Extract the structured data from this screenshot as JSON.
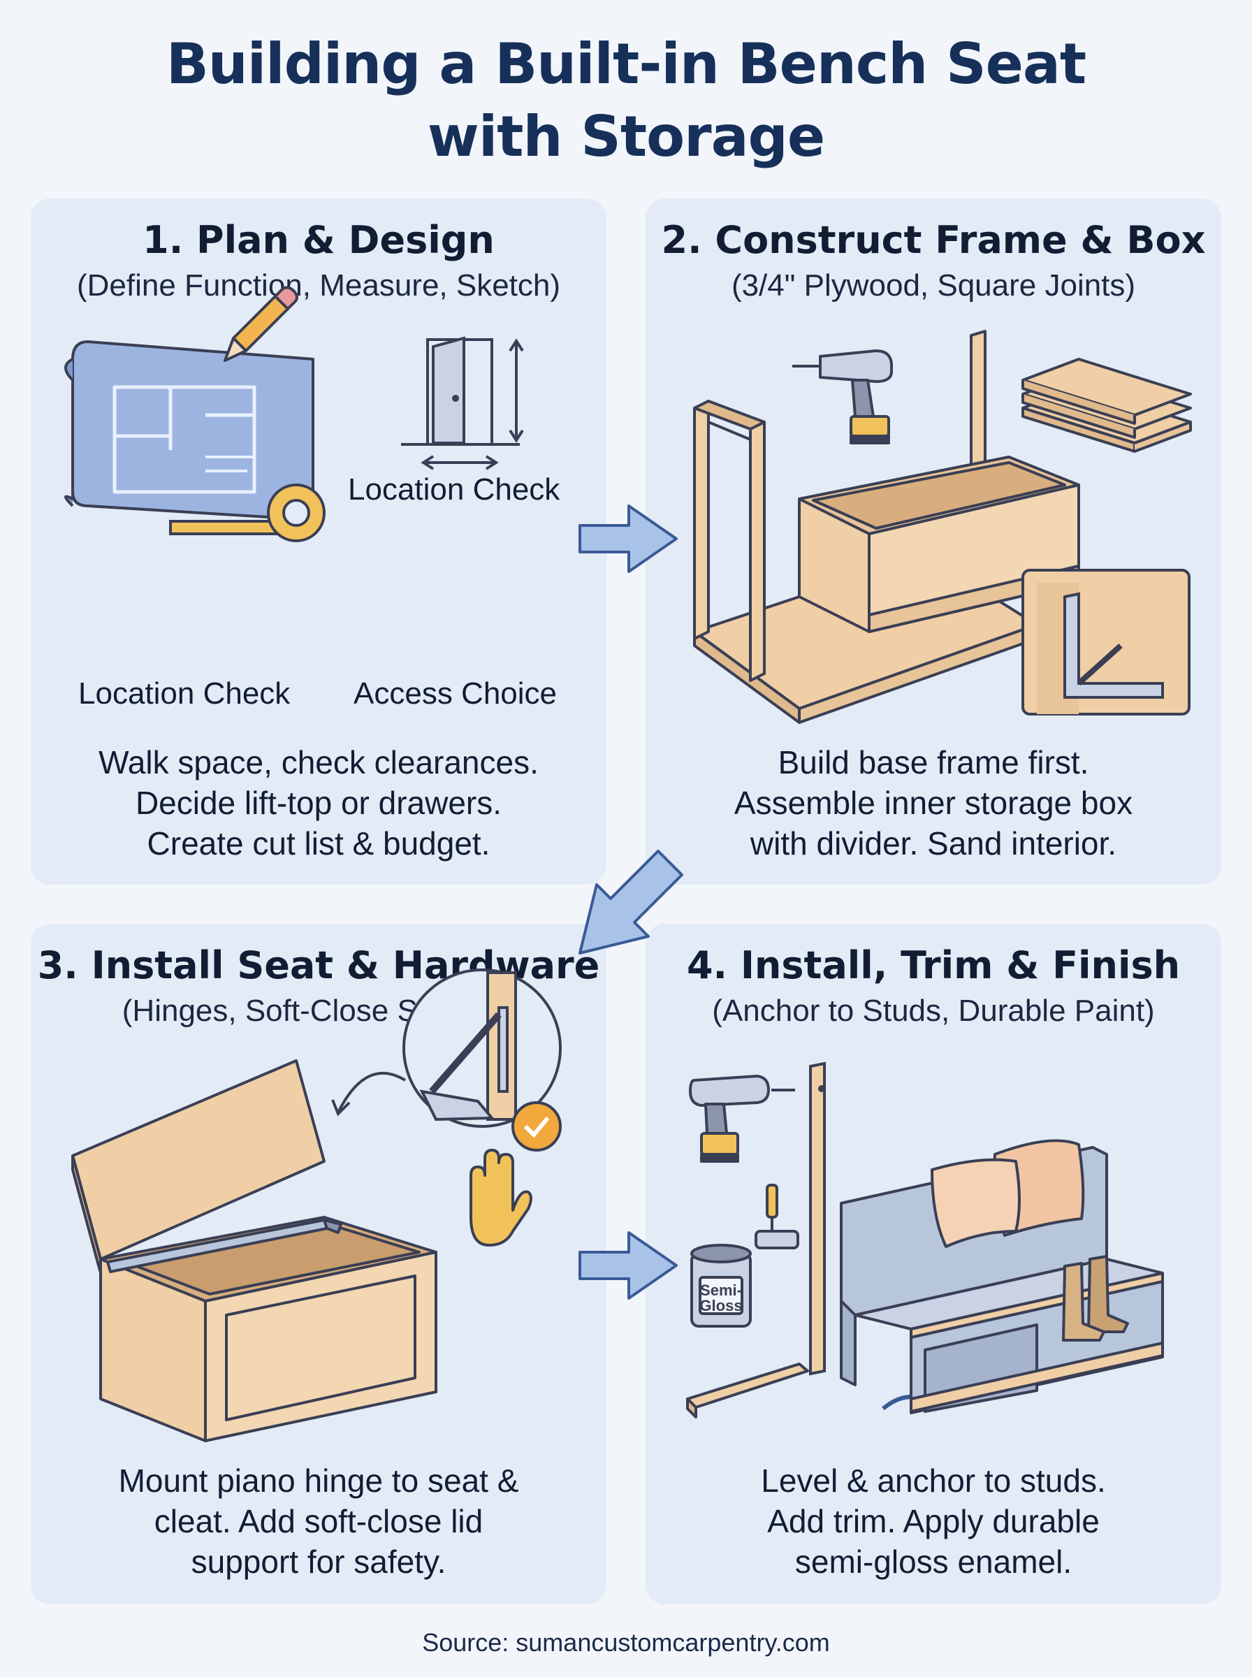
{
  "title_line1": "Building a Built-in Bench Seat",
  "title_line2": "with Storage",
  "panels": [
    {
      "heading": "1. Plan & Design",
      "subheading": "(Define Function, Measure, Sketch)",
      "labels": [
        "Location Check",
        "Location Check",
        "Access Choice"
      ],
      "body": [
        "Walk space, check clearances.",
        "Decide lift-top or drawers.",
        "Create cut list & budget."
      ]
    },
    {
      "heading": "2. Construct Frame & Box",
      "subheading": "(3/4\" Plywood, Square Joints)",
      "body": [
        "Build base frame first.",
        "Assemble inner storage box",
        "with divider. Sand interior."
      ]
    },
    {
      "heading": "3. Install Seat & Hardware",
      "subheading": "(Hinges, Soft-Close Support)",
      "body": [
        "Mount piano hinge to seat &",
        "cleat. Add soft-close lid",
        "support for safety."
      ]
    },
    {
      "heading": "4. Install, Trim & Finish",
      "subheading": "(Anchor to Studs, Durable Paint)",
      "can_label": [
        "Semi-",
        "Gloss"
      ],
      "body": [
        "Level & anchor to studs.",
        "Add trim. Apply durable",
        "semi-gloss enamel."
      ]
    }
  ],
  "source": "Source: sumancustomcarpentry.com",
  "colors": {
    "title": "#16305a",
    "panel": "#e3ebf6",
    "wood": "#f0cfa6",
    "wood_stroke": "#3a3f55",
    "arrow": "#a9c3e8",
    "blueprint": "#8aa5d6",
    "bench": "#b8c6dc",
    "check": "#f2a93b"
  }
}
